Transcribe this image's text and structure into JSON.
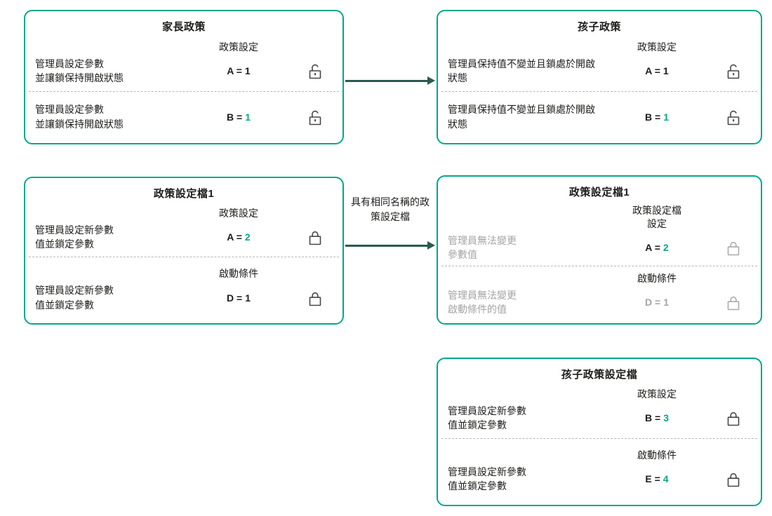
{
  "colors": {
    "box_border": "#00a88b",
    "accent_value": "#00a88b",
    "arrow": "#2a5a50",
    "text": "#1d1d1b",
    "muted_text": "#a4a4a4"
  },
  "arrow_label": "具有相同名稱的政策設定檔",
  "boxes": [
    {
      "title": "家長政策",
      "sections": [
        {
          "header": "政策設定",
          "label": "管理員設定參數\n並讓鎖保持開啟狀態",
          "param": "A =",
          "value": "1",
          "lock": "open"
        },
        {
          "label": "管理員設定參數\n並讓鎖保持開啟狀態",
          "param": "B =",
          "value": "1",
          "lock": "open"
        }
      ]
    },
    {
      "title": "孩子政策",
      "sections": [
        {
          "header": "政策設定",
          "label": "管理員保持值不變並且鎖處於開啟\n狀態",
          "param": "A =",
          "value": "1",
          "lock": "open"
        },
        {
          "label": "管理員保持值不變並且鎖處於開啟\n狀態",
          "param": "B =",
          "value": "1",
          "lock": "open"
        }
      ]
    },
    {
      "title": "政策設定檔1",
      "sections": [
        {
          "header": "政策設定",
          "label": "管理員設定新參數\n值並鎖定參數",
          "param": "A =",
          "value": "2",
          "lock": "closed"
        },
        {
          "header": "啟動條件",
          "label": "管理員設定新參數\n值並鎖定參數",
          "param": "D =",
          "value": "1",
          "lock": "closed"
        }
      ]
    },
    {
      "title": "政策設定檔1",
      "sections": [
        {
          "header": "政策設定檔\n設定",
          "label": "管理員無法變更\n參數值",
          "param": "A =",
          "value": "2",
          "lock": "closed"
        },
        {
          "header": "啟動條件",
          "label": "管理員無法變更\n啟動條件的值",
          "param": "D =",
          "value": "1",
          "lock": "closed"
        }
      ]
    },
    {
      "title": "孩子政策設定檔",
      "sections": [
        {
          "header": "政策設定",
          "label": "管理員設定新參數\n值並鎖定參數",
          "param": "B =",
          "value": "3",
          "lock": "closed"
        },
        {
          "header": "啟動條件",
          "label": "管理員設定新參數\n值並鎖定參數",
          "param": "E =",
          "value": "4",
          "lock": "closed"
        }
      ]
    }
  ]
}
